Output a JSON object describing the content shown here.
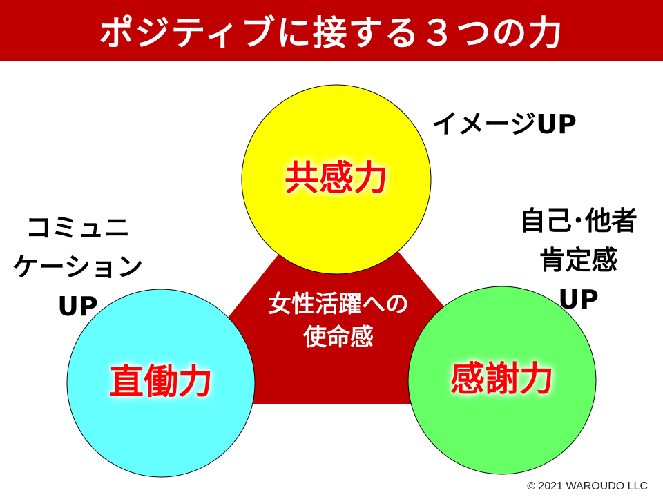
{
  "title": "ポジティブに接する３つの力",
  "center": {
    "lines": [
      "女性活躍への",
      "使命感"
    ]
  },
  "nodes": {
    "top": {
      "label": "共感力",
      "fill": "#ffff00"
    },
    "left": {
      "label": "直働力",
      "fill": "#66ffff"
    },
    "right": {
      "label": "感謝力",
      "fill": "#66ff66"
    }
  },
  "outcomes": {
    "top_right": {
      "lines": [
        "イメージUP"
      ]
    },
    "left": {
      "lines": [
        "コミュニ",
        "ケーション",
        "UP"
      ]
    },
    "right": {
      "lines": [
        "自己･他者",
        "肯定感",
        "UP"
      ]
    }
  },
  "colors": {
    "banner": "#c00000",
    "triangle": "#c00000",
    "circle_label": "#ff0000"
  },
  "copyright": "© 2021 WAROUDO LLC"
}
